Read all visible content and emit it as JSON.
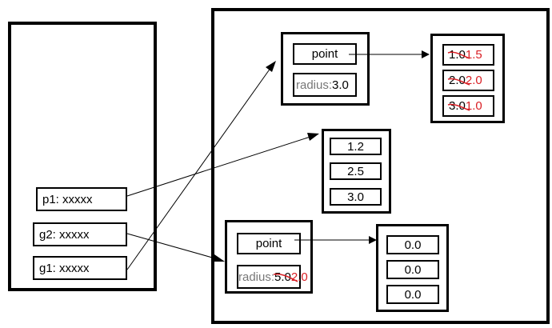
{
  "stack": {
    "p1": "p1: xxxxx",
    "g2": "g2: xxxxx",
    "g1": "g1: xxxxx"
  },
  "heap": {
    "top_object": {
      "field_name": "point",
      "radius_label": "radius:",
      "radius_value": "3.0"
    },
    "top_array": {
      "items": [
        {
          "old": "1.0",
          "new": "1.5"
        },
        {
          "old": "2.0",
          "new": "2.0"
        },
        {
          "old": "3.0",
          "new": "1.0"
        }
      ]
    },
    "middle_array": {
      "items": [
        "1.2",
        "2.5",
        "3.0"
      ]
    },
    "bottom_object": {
      "field_name": "point",
      "radius_label": "radius:",
      "radius_old": "5.0",
      "radius_new": "2.0"
    },
    "bottom_array": {
      "items": [
        "0.0",
        "0.0",
        "0.0"
      ]
    }
  },
  "colors": {
    "line": "#000000",
    "accent_red": "#d91e24",
    "muted_gray": "#777777"
  }
}
